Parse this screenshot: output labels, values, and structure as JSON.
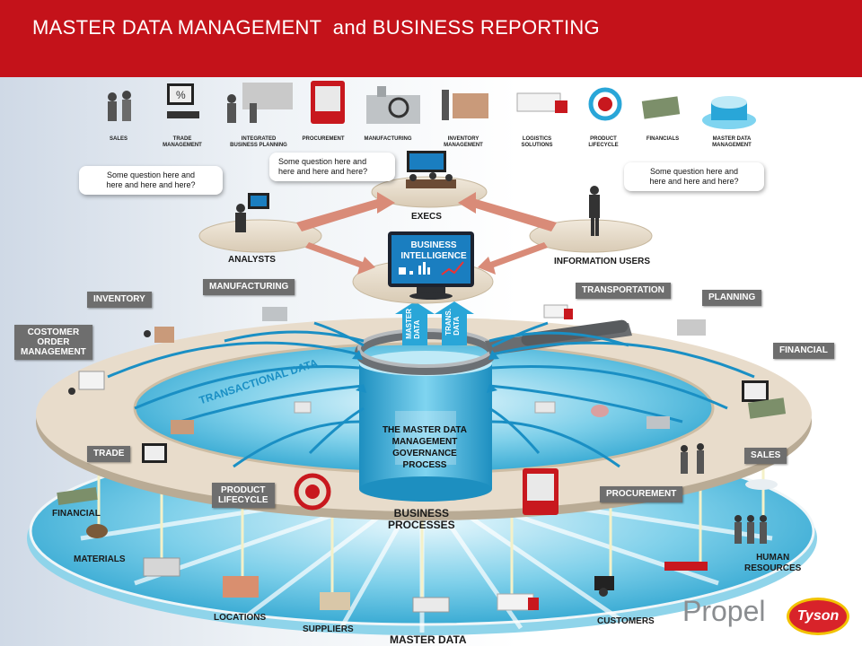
{
  "header": {
    "title": "MASTER DATA MANAGEMENT  and BUSINESS REPORTING"
  },
  "top_icons": [
    {
      "label": "SALES",
      "icon": "people-meeting-icon"
    },
    {
      "label": "TRADE\nMANAGEMENT",
      "icon": "desk-chart-icon"
    },
    {
      "label": "INTEGRATED\nBUSINESS PLANNING",
      "icon": "map-planning-icon"
    },
    {
      "label": "PROCUREMENT",
      "icon": "vending-cooler-icon"
    },
    {
      "label": "MANUFACTURING",
      "icon": "factory-icon"
    },
    {
      "label": "INVENTORY\nMANAGEMENT",
      "icon": "boxes-icon"
    },
    {
      "label": "LOGISTICS\nSOLUTIONS",
      "icon": "truck-icon"
    },
    {
      "label": "PRODUCT\nLIFECYCLE",
      "icon": "cycle-icon"
    },
    {
      "label": "FINANCIALS",
      "icon": "money-icon"
    },
    {
      "label": "MASTER DATA\nMANAGEMENT",
      "icon": "database-icon"
    }
  ],
  "callouts": [
    {
      "text": "Some question here and\nhere and here and here?"
    },
    {
      "text": "Some question here and\nhere and here and here?"
    },
    {
      "text": "Some question here and\nhere and here and here?"
    }
  ],
  "platforms": {
    "execs": "EXECS",
    "analysts": "ANALYSTS",
    "information_users": "INFORMATION USERS"
  },
  "bi": {
    "title": "BUSINESS\nINTELLIGENCE"
  },
  "flow_labels": {
    "master_data": "MASTER\nDATA",
    "trans_data": "TRANS.\nDATA"
  },
  "hub": {
    "text": "THE MASTER DATA\nMANAGEMENT\nGOVERNANCE\nPROCESS"
  },
  "ring_labels": {
    "transactional": "TRANSACTIONAL DATA",
    "business_processes": "BUSINESS\nPROCESSES",
    "master_data": "MASTER DATA"
  },
  "process_tags": [
    {
      "label": "INVENTORY"
    },
    {
      "label": "MANUFACTURING"
    },
    {
      "label": "TRANSPORTATION"
    },
    {
      "label": "PLANNING"
    },
    {
      "label": "COSTOMER\nORDER\nMANAGEMENT"
    },
    {
      "label": "FINANCIAL"
    },
    {
      "label": "TRADE"
    },
    {
      "label": "SALES"
    },
    {
      "label": "PRODUCT\nLIFECYCLE"
    },
    {
      "label": "PROCUREMENT"
    }
  ],
  "master_labels": {
    "financial": "FINANCIAL",
    "materials": "MATERIALS",
    "locations": "LOCATIONS",
    "suppliers": "SUPPLIERS",
    "customers": "CUSTOMERS",
    "human_resources": "HUMAN\nRESOURCES"
  },
  "logos": {
    "propel": "Propel",
    "tyson": "Tyson"
  },
  "colors": {
    "header": "#c4121a",
    "ring": "#e8dccb",
    "water": "#3fb3d8",
    "tag": "#6e6e6e",
    "arrow": "#1a8fc4"
  }
}
